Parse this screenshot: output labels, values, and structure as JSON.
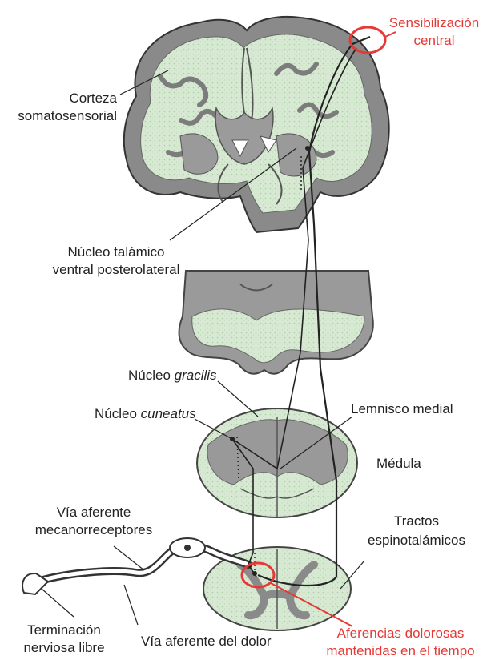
{
  "labels": {
    "central_sensitization": [
      "Sensibilización",
      "central"
    ],
    "somatosensory_cortex": [
      "Corteza",
      "somatosensorial"
    ],
    "thalamic_nucleus": [
      "Núcleo talámico",
      "ventral posterolateral"
    ],
    "nucleus_gracilis": {
      "prefix": "Núcleo ",
      "name": "gracilis"
    },
    "nucleus_cuneatus": {
      "prefix": "Núcleo ",
      "name": "cuneatus"
    },
    "medial_lemniscus": "Lemnisco medial",
    "medulla": "Médula",
    "mechanoreceptor_pathway": [
      "Vía aferente",
      "mecanorreceptores"
    ],
    "spinothalamic_tracts": [
      "Tractos",
      "espinotalámicos"
    ],
    "free_nerve_ending": [
      "Terminación",
      "nerviosa libre"
    ],
    "pain_pathway": "Vía aferente del dolor",
    "sustained_pain_afferents": [
      "Aferencias dolorosas",
      "mantenidas en el tiempo"
    ]
  },
  "colors": {
    "highlight": "#e53935",
    "gray_matter": "#8e8e8e",
    "white_matter": "#cfe3cc",
    "outline": "#333333"
  }
}
